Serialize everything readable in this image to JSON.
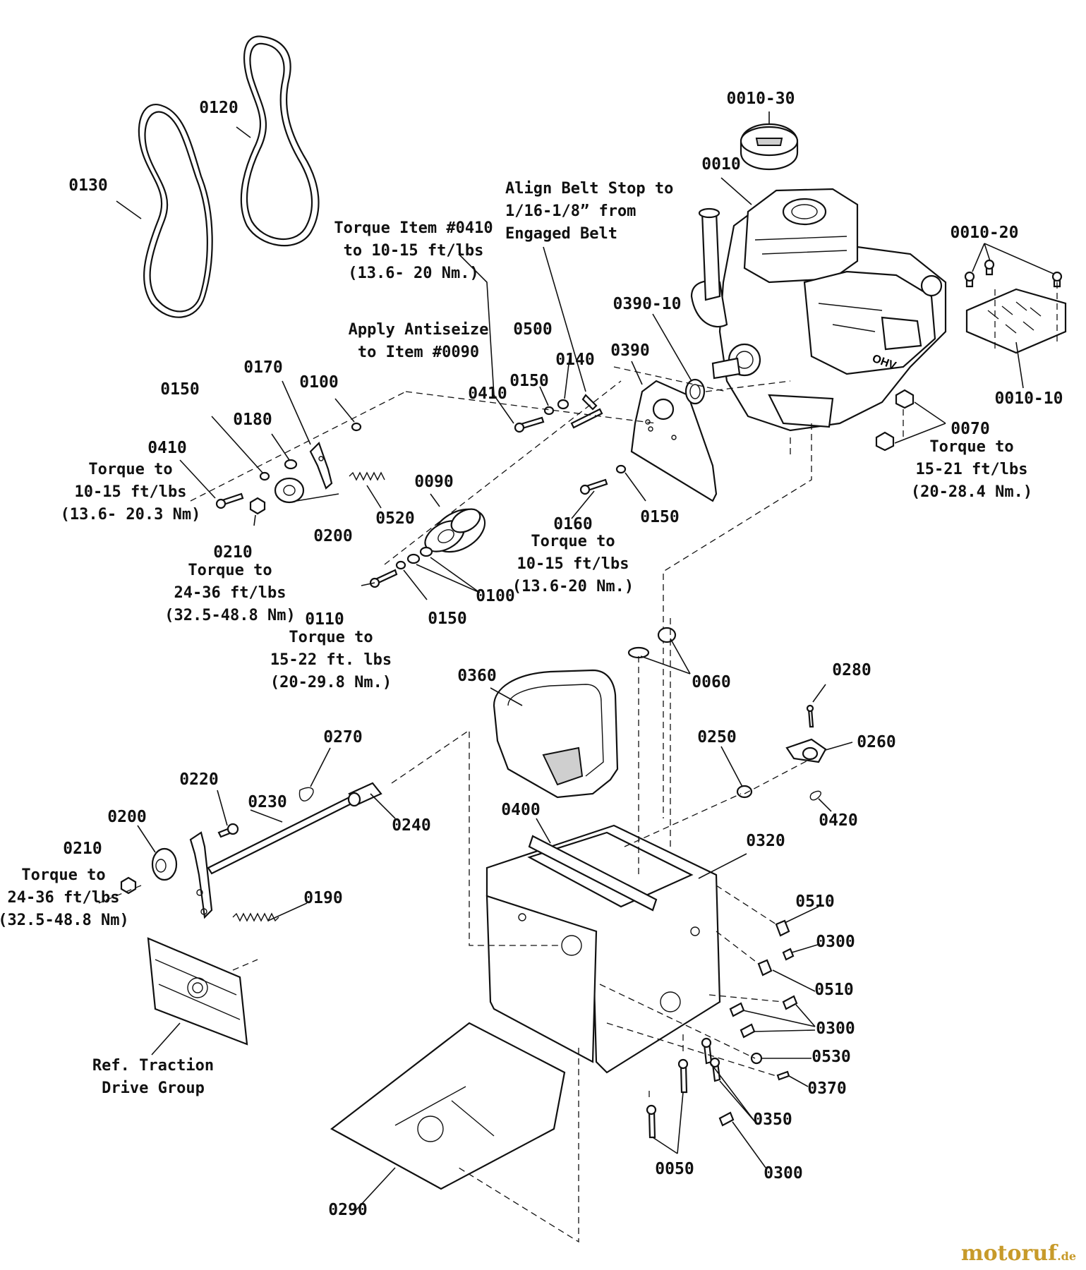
{
  "part_labels": {
    "p0010_30": "0010-30",
    "p0010": "0010",
    "p0010_20": "0010-20",
    "p0010_10": "0010-10",
    "p0390_10": "0390-10",
    "p0390": "0390",
    "p0140": "0140",
    "p0500": "0500",
    "p0150_a": "0150",
    "p0410_a": "0410",
    "p0120": "0120",
    "p0130": "0130",
    "p0170": "0170",
    "p0100_a": "0100",
    "p0150_b": "0150",
    "p0180": "0180",
    "p0410_b": "0410",
    "p0200_a": "0200",
    "p0520": "0520",
    "p0090": "0090",
    "p0210_a": "0210",
    "p0100_b": "0100",
    "p0150_c": "0150",
    "p0110": "0110",
    "p0160": "0160",
    "p0150_d": "0150",
    "p0070": "0070",
    "p0060": "0060",
    "p0360": "0360",
    "p0280": "0280",
    "p0250": "0250",
    "p0260": "0260",
    "p0270": "0270",
    "p0420": "0420",
    "p0220": "0220",
    "p0230": "0230",
    "p0240": "0240",
    "p0200_b": "0200",
    "p0210_b": "0210",
    "p0400": "0400",
    "p0320": "0320",
    "p0190": "0190",
    "p0510_a": "0510",
    "p0300_a": "0300",
    "p0510_b": "0510",
    "p0300_b": "0300",
    "p0530": "0530",
    "p0370": "0370",
    "p0350": "0350",
    "p0050": "0050",
    "p0300_c": "0300",
    "p0290": "0290"
  },
  "notes": {
    "torque_0410_top": [
      "Torque Item #0410",
      "to 10-15 ft/lbs",
      "(13.6- 20 Nm.)"
    ],
    "align_belt": [
      "Align Belt Stop to",
      "1/16-1/8” from",
      "Engaged Belt"
    ],
    "antiseize": [
      "Apply Antiseize",
      "to Item #0090"
    ],
    "torque_0410_left": [
      "Torque to",
      "10-15 ft/lbs",
      "(13.6- 20.3 Nm)"
    ],
    "torque_0210_top": [
      "Torque to",
      "24-36 ft/lbs",
      "(32.5-48.8 Nm)"
    ],
    "torque_0110": [
      "Torque to",
      "15-22 ft. lbs",
      "(20-29.8 Nm.)"
    ],
    "torque_0160": [
      "Torque to",
      "10-15 ft/lbs",
      "(13.6-20 Nm.)"
    ],
    "torque_0070": [
      "Torque to",
      "15-21 ft/lbs",
      "(20-28.4 Nm.)"
    ],
    "torque_0210_bottom": [
      "Torque to",
      "24-36 ft/lbs",
      "(32.5-48.8 Nm)"
    ],
    "ref_traction": [
      "Ref. Traction",
      "Drive Group"
    ]
  },
  "engine_text": "OHV",
  "watermark": {
    "brand_main": "motoruf",
    "brand_tld": ".de"
  },
  "colors": {
    "line": "#111111",
    "watermark": "#c79a2a",
    "background": "#ffffff"
  }
}
